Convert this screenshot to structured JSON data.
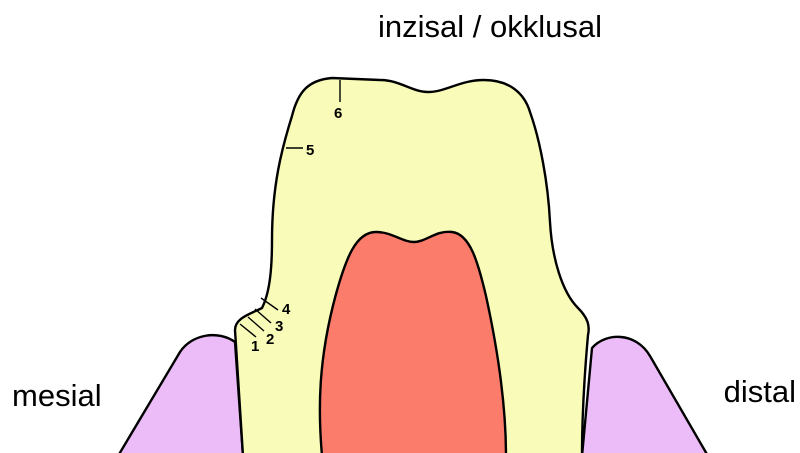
{
  "labels": {
    "top": "inzisal / okklusal",
    "left": "mesial",
    "right": "distal"
  },
  "markers": [
    "1",
    "2",
    "3",
    "4",
    "5",
    "6"
  ],
  "colors": {
    "crown": "#f8fcb8",
    "pulp": "#fc7c6c",
    "gingiva": "#ecbcf8",
    "outline": "#000000"
  }
}
